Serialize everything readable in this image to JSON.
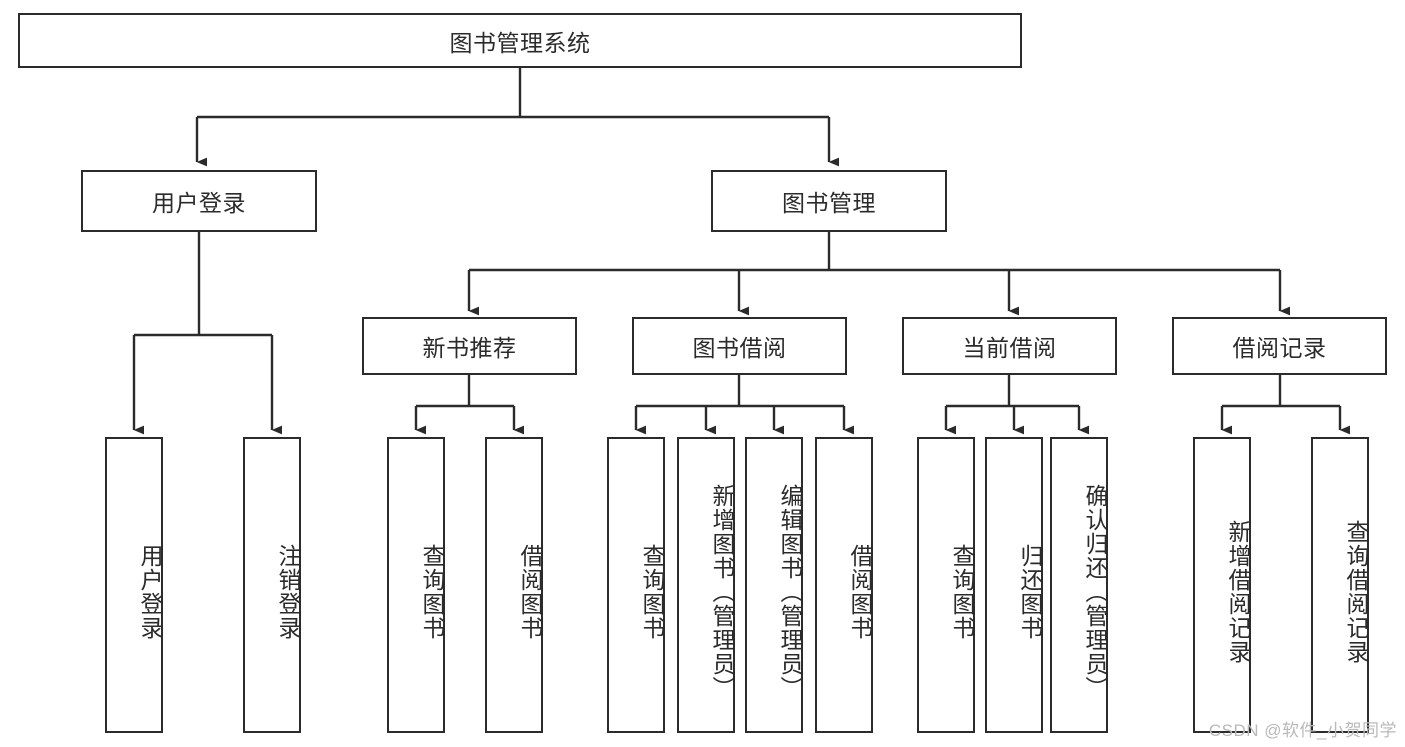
{
  "diagram": {
    "title": "图书管理系统",
    "style": {
      "box_border_color": "#2b2b2b",
      "box_fill_color": "#ffffff",
      "connector_color": "#2b2b2b",
      "background_color": "#ffffff",
      "watermark_color": "#b9b9b9"
    },
    "levels": {
      "root": {
        "label": "图书管理系统"
      },
      "level2": [
        {
          "label": "用户登录"
        },
        {
          "label": "图书管理"
        }
      ],
      "level3": [
        {
          "label": "新书推荐"
        },
        {
          "label": "图书借阅"
        },
        {
          "label": "当前借阅"
        },
        {
          "label": "借阅记录"
        }
      ],
      "leaves": {
        "user_login": [
          {
            "label": "用户登录"
          },
          {
            "label": "注销登录"
          }
        ],
        "new_book_recommend": [
          {
            "label": "查询图书"
          },
          {
            "label": "借阅图书"
          }
        ],
        "book_borrow": [
          {
            "label": "查询图书"
          },
          {
            "label": "新增图书（管理员）"
          },
          {
            "label": "编辑图书（管理员）"
          },
          {
            "label": "借阅图书"
          }
        ],
        "current_borrow": [
          {
            "label": "查询图书"
          },
          {
            "label": "归还图书"
          },
          {
            "label": "确认归还（管理员）"
          }
        ],
        "borrow_record": [
          {
            "label": "新增借阅记录"
          },
          {
            "label": "查询借阅记录"
          }
        ]
      }
    },
    "watermark": "CSDN @软件_小贺同学"
  }
}
